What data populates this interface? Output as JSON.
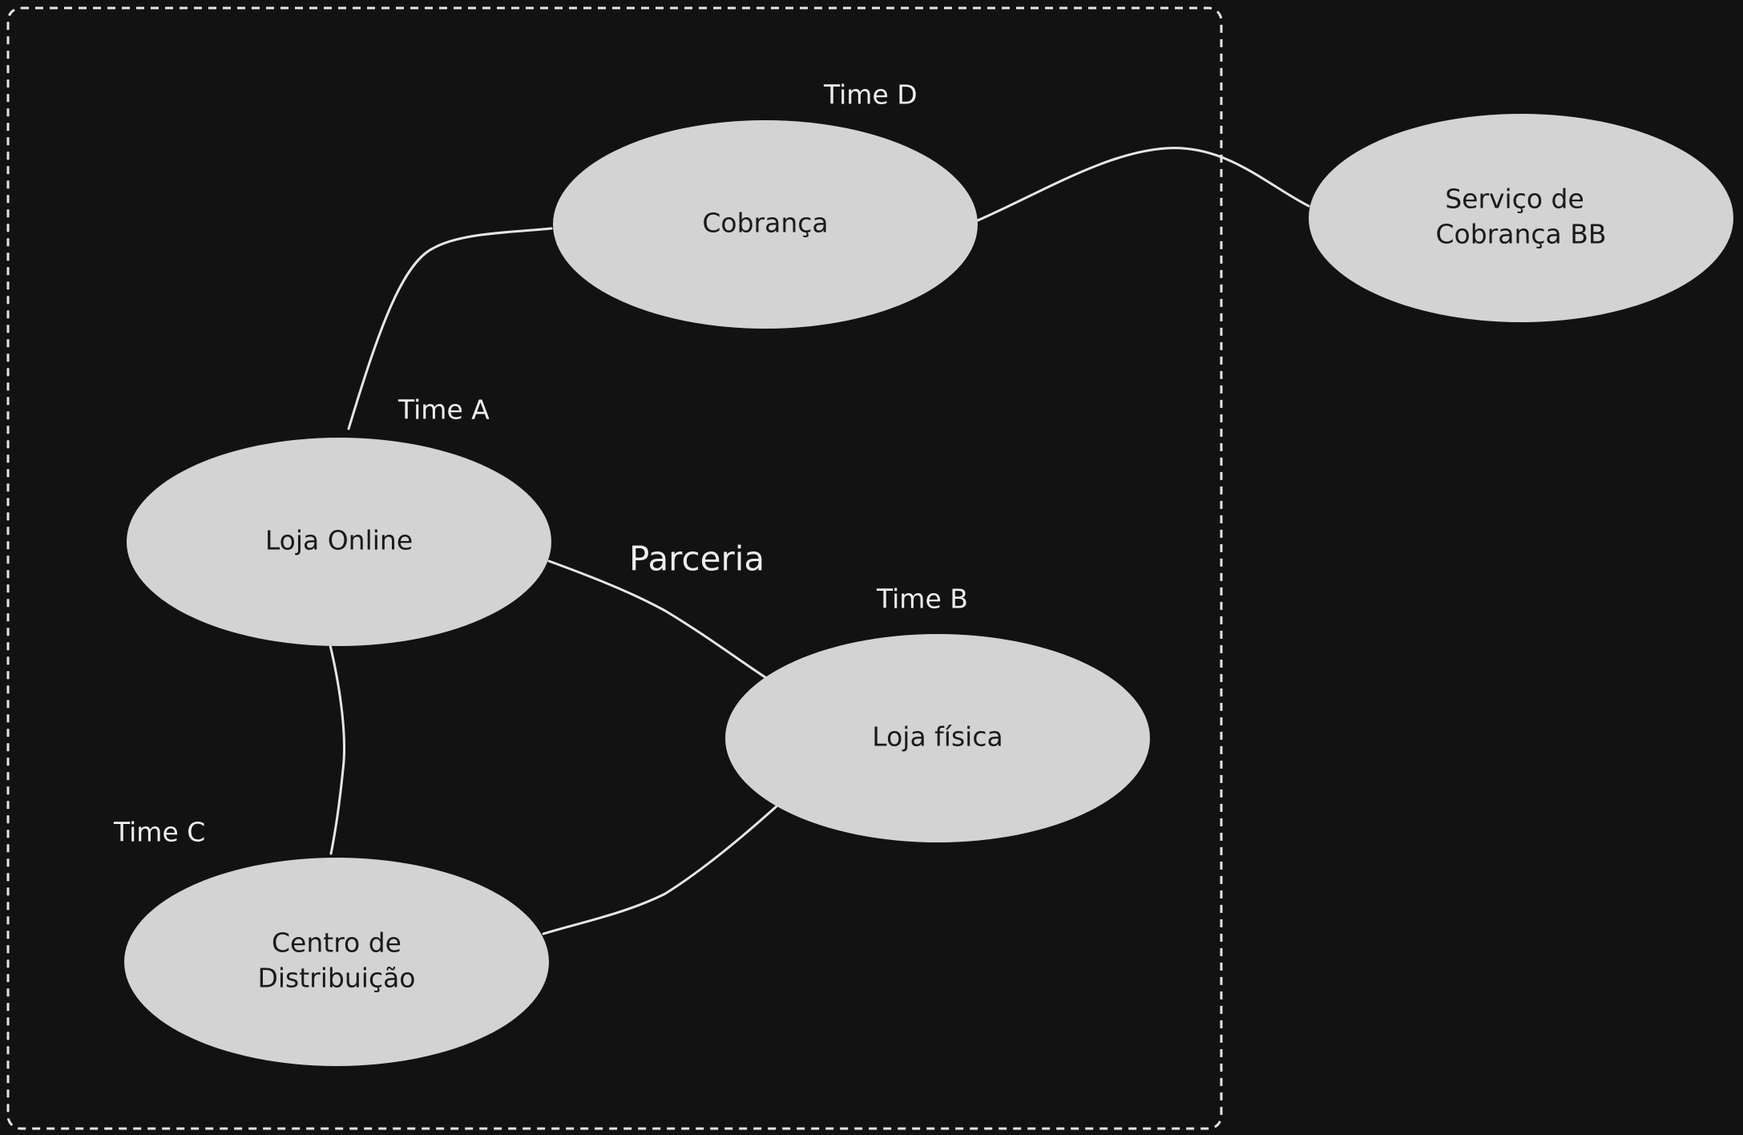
{
  "diagram": {
    "nodes": [
      {
        "id": "loja-online",
        "lines": [
          "Loja Online"
        ]
      },
      {
        "id": "cobranca",
        "lines": [
          "Cobrança"
        ]
      },
      {
        "id": "loja-fisica",
        "lines": [
          "Loja física"
        ]
      },
      {
        "id": "centro-distribuicao",
        "lines": [
          "Centro de",
          "Distribuição"
        ]
      },
      {
        "id": "servico-cobranca-bb",
        "lines": [
          "Serviço de",
          "Cobrança BB"
        ]
      }
    ],
    "teams": [
      {
        "id": "time-a",
        "label": "Time A"
      },
      {
        "id": "time-b",
        "label": "Time B"
      },
      {
        "id": "time-c",
        "label": "Time C"
      },
      {
        "id": "time-d",
        "label": "Time D"
      }
    ],
    "edges": [
      {
        "id": "online-cobranca",
        "from": "loja-online",
        "to": "cobranca"
      },
      {
        "id": "online-fisica",
        "from": "loja-online",
        "to": "loja-fisica"
      },
      {
        "id": "online-centro",
        "from": "loja-online",
        "to": "centro-distribuicao"
      },
      {
        "id": "fisica-centro",
        "from": "loja-fisica",
        "to": "centro-distribuicao"
      },
      {
        "id": "cobranca-bb",
        "from": "cobranca",
        "to": "servico-cobranca-bb"
      }
    ],
    "edge_labels": [
      {
        "edge": "online-fisica",
        "label": "Parceria"
      }
    ],
    "colors": {
      "background": "#121212",
      "node_fill": "#d3d3d3",
      "line": "#e6e6e6",
      "text_dark": "#1a1a1a",
      "text_light": "#eeeeee"
    }
  }
}
